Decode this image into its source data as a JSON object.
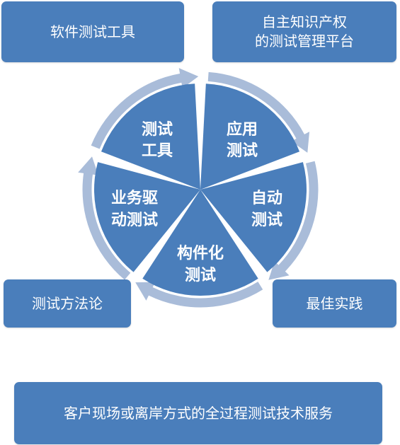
{
  "boxes": {
    "top_left": "软件测试工具",
    "top_right_line1": "自主知识产权",
    "top_right_line2": "的测试管理平台",
    "mid_left": "测试方法论",
    "mid_right": "最佳实践",
    "bottom": "客户现场或离岸方式的全过程测试技术服务"
  },
  "cycle": {
    "segments": [
      {
        "line1": "测试",
        "line2": "工具"
      },
      {
        "line1": "应用",
        "line2": "测试"
      },
      {
        "line1": "自动",
        "line2": "测试"
      },
      {
        "line1": "构件化",
        "line2": "测试"
      },
      {
        "line1": "业务驱",
        "line2": "动测试"
      }
    ]
  },
  "colors": {
    "box_fill": "#4a7ebb",
    "segment_fill": "#4a7ebb",
    "arrow_ring": "#a9bcd9",
    "text": "#ffffff"
  }
}
